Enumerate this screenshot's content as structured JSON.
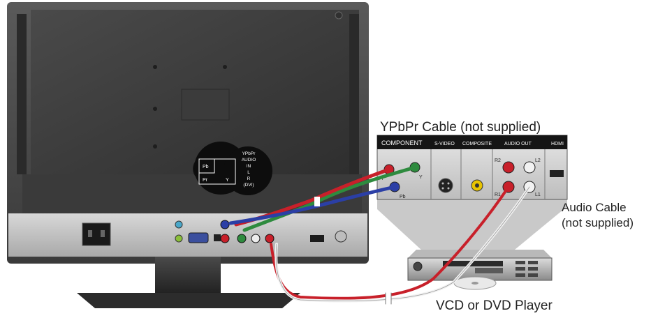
{
  "labels": {
    "ypbpr_cable": "YPbPr Cable (not supplied)",
    "audio_cable_line1": "Audio Cable",
    "audio_cable_line2": "(not supplied)",
    "player": "VCD or DVD Player"
  },
  "callout": {
    "pb": "Pb",
    "pr": "Pr",
    "y": "Y",
    "audio_lines": [
      "YPbPr",
      "AUDIO",
      "IN",
      "L",
      "R",
      "(DVI)"
    ]
  },
  "panel": {
    "component": "COMPONENT",
    "svideo": "S-VIDEO",
    "composite": "COMPOSITE",
    "audio_out": "AUDIO OUT",
    "hdmi": "HDMI",
    "r2": "R2",
    "l2": "L2",
    "r1": "R1",
    "l1": "L1",
    "y": "Y",
    "pb": "Pb",
    "pr": "Pr"
  },
  "colors": {
    "green": "#2e8b3e",
    "blue": "#2b3fa6",
    "red": "#c8202a",
    "white_cable": "#f2f2f2",
    "yellow": "#e8c400"
  }
}
